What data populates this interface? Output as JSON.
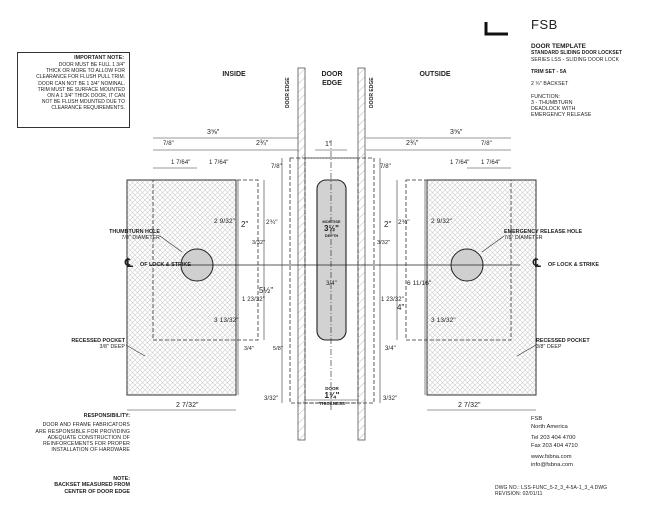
{
  "brand": {
    "logo_text": "FSB"
  },
  "title_block": {
    "title": "DOOR TEMPLATE",
    "subtitle": "STANDARD SLIDING DOOR LOCKSET",
    "series": "SERIES LSS - SLIDING DOOR LOCK",
    "trim_set": "TRIM SET - 5A",
    "backset": "2 ¾\"  BACKSET",
    "function_label": "FUNCTION:",
    "function_lines": [
      "3 - THUMBTURN",
      "DEADLOCK WITH",
      "EMERGENCY RELEASE"
    ]
  },
  "important_note": {
    "heading": "IMPORTANT NOTE:",
    "lines": [
      "DOOR MUST BE FULL 1 3/4\"",
      "THICK OR MORE TO ALLOW FOR",
      "CLEARANCE FOR FLUSH PULL TRIM.",
      "DOOR CAN NOT BE 1 3/4\" NOMINAL.",
      "TRIM MUST BE SURFACE MOUNTED",
      "ON A 1 3/4\" THICK DOOR, IT CAN",
      "NOT BE FLUSH MOUNTED DUE TO",
      "CLEARANCE REQUIREMENTS."
    ]
  },
  "drawing": {
    "inside_label": "INSIDE",
    "door_edge_label": [
      "DOOR",
      "EDGE"
    ],
    "outside_label": "OUTSIDE",
    "door_edge_vertical": "DOOR EDGE",
    "thumbturn_hole": {
      "title": "THUMBTURN HOLE",
      "sub": "7/8\" DIAMETER"
    },
    "emergency_hole": {
      "title": "EMERGENCY RELEASE HOLE",
      "sub": "7/8\" DIAMETER"
    },
    "lock_strike": "OF LOCK & STRIKE",
    "recessed_pocket": {
      "title": "RECESSED POCKET",
      "sub": "3/8\" DEEP"
    },
    "mortise": {
      "line1": "MORTISE",
      "value": "3½\"",
      "line2": "DEPTH"
    },
    "door_thickness": {
      "top": "DOOR",
      "value": "1¾\"",
      "bottom": "THICKNESS"
    },
    "dims": {
      "d_3_5_8": "3⅝\"",
      "d_7_8": "7/8\"",
      "d_2_3_4": "2¾\"",
      "d_1_7_64": "1 7/64\"",
      "d_1": "1\"",
      "d_7_8_small": "7/8\"",
      "d_2_9_32": "2 9/32\"",
      "d_2": "2\"",
      "d_3_32": "3/32\"",
      "d_5_half": "5½\"",
      "d_1_23_32": "1 23/32\"",
      "d_3_13_32": "3 13/32\"",
      "d_3_4": "3/4\"",
      "d_6_11_16": "6 11/16\"",
      "d_4": "4\"",
      "d_2_7_32": "2 7/32\"",
      "d_5_8": "5/8\""
    }
  },
  "responsibility": {
    "heading": "RESPONSIBILITY:",
    "lines": [
      "DOOR AND FRAME FABRICATORS",
      "ARE RESPONSIBLE FOR PROVIDING",
      "ADEQUATE CONSTRUCTION OF",
      "REINFORCEMENTS FOR PROPER",
      "INSTALLATION OF HARDWARE"
    ]
  },
  "note2": {
    "heading": "NOTE:",
    "lines": [
      "BACKSET MEASURED FROM",
      "CENTER OF DOOR EDGE"
    ]
  },
  "contact": {
    "company": "FSB",
    "region": "North America",
    "tel": "Tel 203 404 4700",
    "fax": "Fax 203 404 4710",
    "web": "www.fsbna.com",
    "email": "info@fsbna.com"
  },
  "drawing_info": {
    "dwg_no": "DWG NO.: LSS-FUNC_5-2_3_4-5A-1_3_4.DWG",
    "revision": "REVISION: 02/01/11"
  }
}
